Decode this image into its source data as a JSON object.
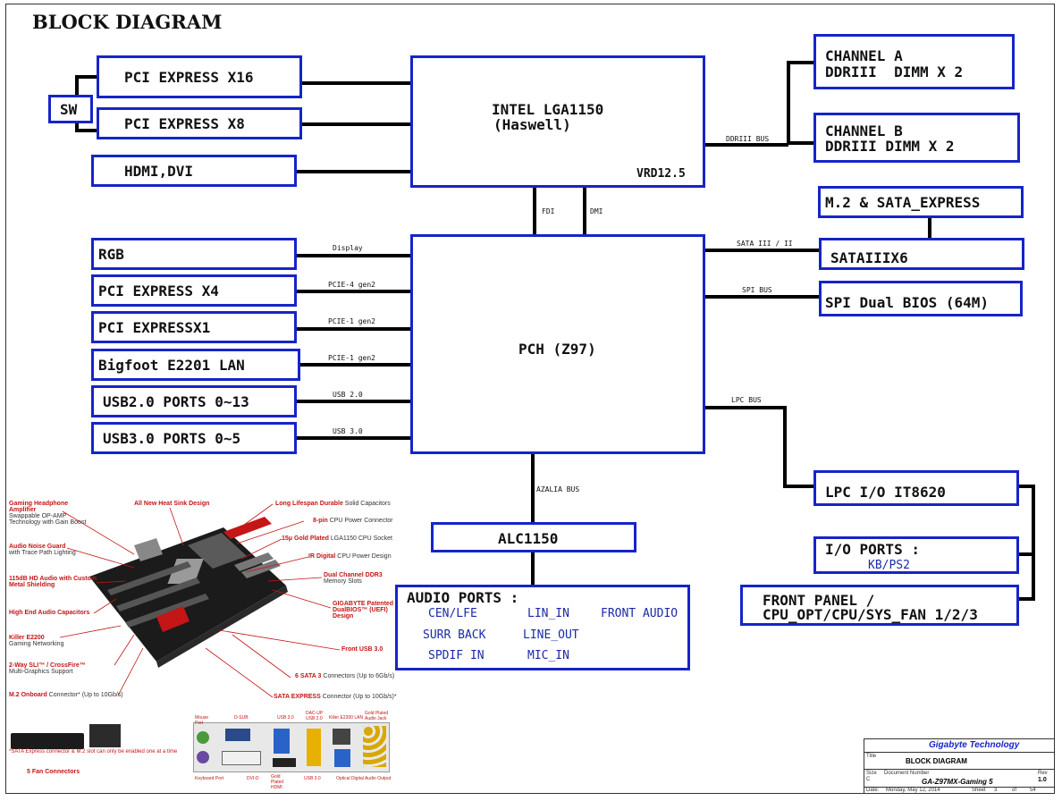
{
  "title": "BLOCK DIAGRAM",
  "blocks": {
    "pcie16": "PCI EXPRESS X16",
    "pcie8": "PCI EXPRESS X8",
    "sw": "SW",
    "hdmi": "HDMI,DVI",
    "cpu_line1": "INTEL LGA1150",
    "cpu_line2": "(Haswell)",
    "vrd": "VRD12.5",
    "chA_line1": "CHANNEL A",
    "chA_line2": "DDRIII  DIMM X 2",
    "chB_line1": "CHANNEL B",
    "chB_line2": "DDRIII DIMM X 2",
    "m2": "M.2 & SATA_EXPRESS",
    "sata": "SATAIIIX6",
    "spi": "SPI Dual BIOS (64M)",
    "rgb": "RGB",
    "pcie4": "PCI EXPRESS X4",
    "pcie1": "PCI EXPRESSX1",
    "lan": "Bigfoot E2201 LAN",
    "usb2": "USB2.0 PORTS 0~13",
    "usb3": "USB3.0 PORTS 0~5",
    "pch": "PCH (Z97)",
    "alc": "ALC1150",
    "lpc": "LPC I/O IT8620",
    "io_title": "I/O PORTS :",
    "io_sub": "KB/PS2",
    "front_line1": "FRONT PANEL /",
    "front_line2": "CPU_OPT/CPU/SYS_FAN 1/2/3",
    "audio_title": "AUDIO PORTS :",
    "audio_ports": [
      "CEN/LFE",
      "LIN_IN",
      "FRONT AUDIO",
      "SURR BACK",
      "LINE_OUT",
      "SPDIF IN",
      "MIC_IN"
    ]
  },
  "buses": {
    "ddr": "DDRIII BUS",
    "fdi": "FDI",
    "dmi": "DMI",
    "display": "Display",
    "pcie4g2": "PCIE-4 gen2",
    "pcie1g2a": "PCIE-1 gen2",
    "pcie1g2b": "PCIE-1 gen2",
    "usb20": "USB 2.0",
    "usb30": "USB 3.0",
    "sata": "SATA III / II",
    "spi": "SPI BUS",
    "lpc": "LPC BUS",
    "azalia": "AZALIA BUS"
  },
  "callouts": {
    "headphone": "Gaming Headphone Amplifier",
    "headphone_sub": "Swappable OP-AMP Technology with Gain Boost",
    "heatsink": "All New Heat Sink Design",
    "caps": "Long Lifespan Durable",
    "caps_sub": "Solid Capacitors",
    "pin8": "8-pin",
    "pin8_sub": "CPU Power Connector",
    "gold": "15μ Gold Plated",
    "gold_sub": "LGA1150 CPU Socket",
    "noise": "Audio Noise Guard",
    "noise_sub": "with Trace Path Lighting",
    "ir": "IR Digital",
    "ir_sub": "CPU Power Design",
    "hdaudio": "115dB HD Audio with Custom Metal Shielding",
    "ddr3": "Dual Channel DDR3",
    "ddr3_sub": "Memory Slots",
    "hecaps": "High End Audio Capacitors",
    "dualbios": "GIGABYTE Patented DualBIOS™ (UEFI) Design",
    "killer": "Killer E2200",
    "killer_sub": "Gaming Networking",
    "frontusb": "Front USB 3.0",
    "sli": "2-Way SLI™ / CrossFire™",
    "sli_sub": "Multi-Graphics Support",
    "sata3": "6 SATA 3",
    "sata3_sub": "Connectors (Up to 6Gb/s)",
    "m2": "M.2 Onboard",
    "m2_sub": "Connector* (Up to 10Gb/s)",
    "satax": "SATA EXPRESS",
    "satax_sub": "Connector (Up to 10Gb/s)*",
    "note": "*SATA Express connector & M.2 slot can only be enabled one at a time",
    "fans": "5 Fan Connectors",
    "mouse": "Mouse Port",
    "dsub": "D-SUB",
    "usb30a": "USB 3.0",
    "dacup": "DAC-UP USB 2.0",
    "killerlan": "Killer E2200 LAN",
    "goldaudio": "Gold Plated Audio Jack",
    "keyboard": "Keyboard Port",
    "dvid": "DVI-D",
    "goldhdmi": "Gold Plated HDMI",
    "usb30b": "USB 3.0",
    "optical": "Optical Digital Audio Output"
  },
  "titleblock": {
    "company": "Gigabyte Technology",
    "title_label": "Title",
    "title": "BLOCK DIAGRAM",
    "size_label": "Size",
    "size": "C",
    "docnum_label": "Document Number",
    "docnum": "GA-Z97MX-Gaming 5",
    "rev_label": "Rev",
    "rev": "1.0",
    "date_label": "Date:",
    "date": "Monday, May 12, 2014",
    "sheet_label": "Sheet",
    "sheet": "3",
    "of_label": "of",
    "of": "54"
  }
}
